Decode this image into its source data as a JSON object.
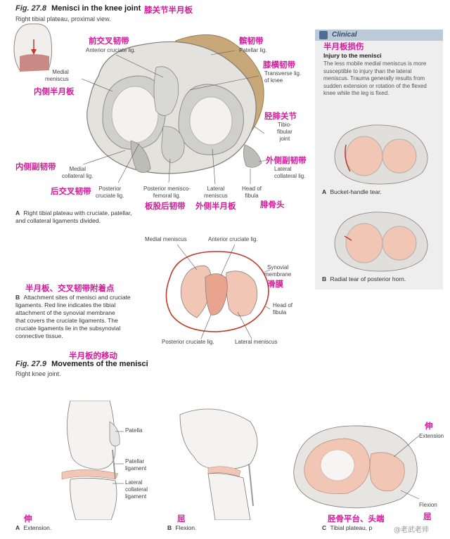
{
  "fig278": {
    "number": "Fig. 27.8",
    "title": "Menisci in the knee joint",
    "cn_title": "膝关节半月板",
    "subtitle": "Right tibial plateau, proximal view."
  },
  "top_labels": {
    "medial_meniscus": "Medial\nmeniscus",
    "medial_meniscus_cn": "内侧半月板",
    "acl": "Anterior cruciate lig.",
    "acl_cn": "前交叉韧带",
    "patellar": "Patellar lig.",
    "patellar_cn": "髌韧带",
    "transverse": "Transverse lig.\nof knee",
    "transverse_cn": "膝横韧带",
    "tibiofibular": "Tibio-\nfibular\njoint",
    "tibiofibular_cn": "胫腓关节",
    "medial_collateral": "Medial\ncollateral lig.",
    "medial_collateral_cn": "内侧副韧带",
    "lateral_collateral": "Lateral\ncollateral lig.",
    "lateral_collateral_cn": "外侧副韧带",
    "pcl": "Posterior\ncruciate lig.",
    "pcl_cn": "后交叉韧带",
    "posterior_mf": "Posterior menisco-\nfemoral lig.",
    "posterior_mf_cn": "板股后韧带",
    "lateral_meniscus": "Lateral\nmeniscus",
    "lateral_meniscus_cn": "外侧半月板",
    "head_fibula": "Head of\nfibula",
    "head_fibula_cn": "腓骨头"
  },
  "caption_a": {
    "letter": "A",
    "text": "Right tibial plateau with cruciate, patellar,\nand collateral ligaments divided."
  },
  "clinical": {
    "header": "Clinical",
    "cn_title": "半月板损伤",
    "subtitle": "Injury to the menisci",
    "body": "The less mobile medial meniscus is more\nsusceptible to injury than the lateral\nmeniscus. Trauma generally results from\nsudden extension or rotation of the flexed\nknee while the leg is fixed.",
    "caption_a_letter": "A",
    "caption_a": "Bucket-handle tear.",
    "caption_b_letter": "B",
    "caption_b": "Radial tear of posterior horn."
  },
  "panel_b": {
    "medial_meniscus": "Medial meniscus",
    "acl": "Anterior cruciate lig.",
    "synovial": "Synovial\nmembrane",
    "synovial_cn": "滑膜",
    "head_fibula": "Head of\nfibula",
    "pcl": "Posterior cruciate lig.",
    "lateral_meniscus": "Lateral meniscus",
    "cn_heading": "半月板、交叉韧带附着点",
    "letter": "B",
    "caption": "Attachment sites of menisci and cruciate\nligaments. Red line indicates the tibial\nattachment of the synovial membrane\nthat covers the cruciate ligaments. The\ncruciate ligaments lie in the subsynovial\nconnective tissue."
  },
  "fig279": {
    "cn_title": "半月板的移动",
    "number": "Fig. 27.9",
    "title": "Movements of the menisci",
    "subtitle": "Right knee joint."
  },
  "bottom": {
    "patella": "Patella",
    "patellar_ligament": "Patellar\nligament",
    "lateral_collateral": "Lateral\ncollateral\nligament",
    "a_cn": "伸",
    "a_letter": "A",
    "a_caption": "Extension.",
    "b_cn": "屈",
    "b_letter": "B",
    "b_caption": "Flexion.",
    "c_ext_cn": "伸",
    "c_ext": "Extension",
    "c_flex_cn": "屈",
    "c_flex": "Flexion",
    "c_cn": "胫骨平台、头端",
    "c_letter": "C",
    "c_caption": "Tibial plateau, p",
    "watermark": "@老武老师"
  },
  "colors": {
    "magenta": "#d6199a",
    "meniscus_pink": "#f2c6b4",
    "synovial_red": "#c0392b",
    "clinical_bg": "#eeeeee",
    "clinical_header": "#bcc9d6"
  }
}
